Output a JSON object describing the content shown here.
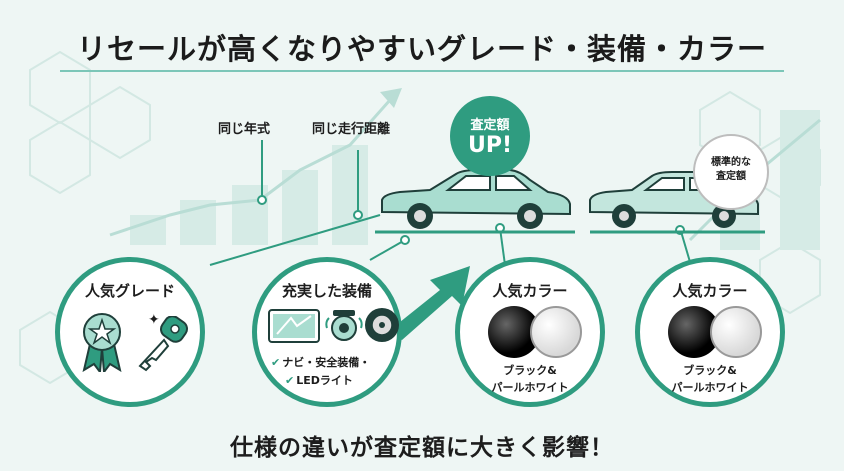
{
  "title": "リセールが高くなりやすいグレード・装備・カラー",
  "labels": {
    "same_year": "同じ年式",
    "same_mileage": "同じ走行距離"
  },
  "badge_up": {
    "line1": "査定額",
    "line2": "UP!"
  },
  "badge_standard": {
    "line1": "標準的な",
    "line2": "査定額"
  },
  "circles": [
    {
      "heading": "人気グレード"
    },
    {
      "heading": "充実した装備",
      "items": [
        "ナビ・安全装備・",
        "LEDライト"
      ]
    },
    {
      "heading": "人気カラー",
      "caption1": "ブラック&",
      "caption2": "パールホワイト"
    },
    {
      "heading": "人気カラー",
      "caption1": "ブラック&",
      "caption2": "パールホワイト"
    }
  ],
  "footer": "仕様の違いが査定額に大きく影響！",
  "colors": {
    "accent": "#2f9c80",
    "car": "#a9ddd0",
    "background": "#eef6f4"
  }
}
